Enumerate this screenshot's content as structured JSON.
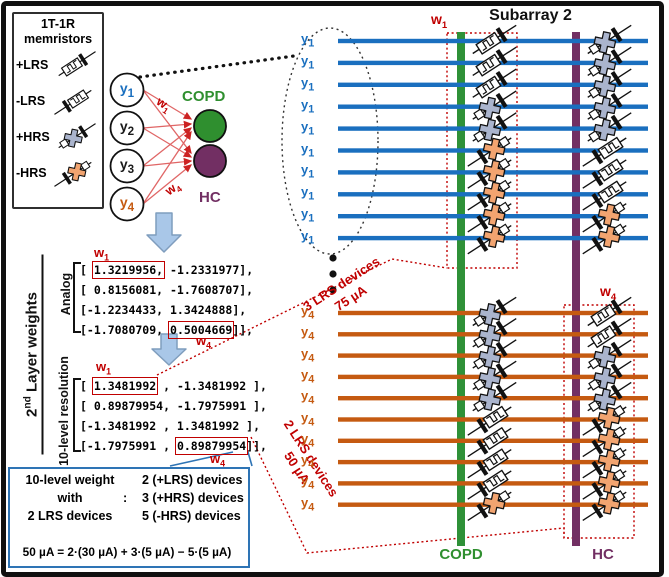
{
  "colors": {
    "blue": "#1a6fbf",
    "orange": "#c55a11",
    "green": "#2f8f2f",
    "green_bar": "#2f9138",
    "purple": "#722f63",
    "red": "#c00000",
    "edge_red": "#e06666",
    "arrow_head_red": "#cc2222",
    "gray_hrs": "#aab4cd",
    "orange_hrs": "#f2a470",
    "big_arrow_fill": "#a9c7e8",
    "big_arrow_stroke": "#7f9dbd",
    "box_blue": "#2e74b5"
  },
  "legend": {
    "title": [
      "1T-1R",
      "memristors"
    ],
    "items": [
      {
        "label": "+LRS",
        "device": "+LRS"
      },
      {
        "label": "-LRS",
        "device": "-LRS"
      },
      {
        "label": "+HRS",
        "device": "+HRS"
      },
      {
        "label": "-HRS",
        "device": "-HRS"
      }
    ]
  },
  "w_labels": {
    "w1": {
      "base": "w",
      "sub": "1"
    },
    "w4": {
      "base": "w",
      "sub": "4"
    }
  },
  "network": {
    "inputs": [
      {
        "base": "y",
        "sub": "1",
        "color": "#1a6fbf"
      },
      {
        "base": "y",
        "sub": "2",
        "color": "#1a1a1a"
      },
      {
        "base": "y",
        "sub": "3",
        "color": "#1a1a1a"
      },
      {
        "base": "y",
        "sub": "4",
        "color": "#c55a11"
      }
    ],
    "outputs": [
      {
        "label": "COPD",
        "color": "#2f8f2f"
      },
      {
        "label": "HC",
        "color": "#722f63"
      }
    ]
  },
  "side_labels": {
    "layer_prefix": "2",
    "layer_sup": "nd",
    "layer_rest": " Layer weights",
    "analog": "Analog",
    "ten_level": "10-level resolution"
  },
  "matrices": {
    "analog": {
      "rows": [
        [
          {
            "t": "[ "
          },
          {
            "t": "1.3219956,",
            "box": true
          },
          {
            "t": " -1.2331977],"
          }
        ],
        [
          {
            "t": "[ 0.8156081, -1.7608707],"
          }
        ],
        [
          {
            "t": "[-1.2234433,  1.3424888],"
          }
        ],
        [
          {
            "t": "[-1.7080709,  "
          },
          {
            "t": "0.5004669",
            "box": true
          },
          {
            "t": "]],"
          }
        ]
      ]
    },
    "ten_level": {
      "rows": [
        [
          {
            "t": "[ "
          },
          {
            "t": "1.3481992",
            "box": true
          },
          {
            "t": " , -1.3481992 ],"
          }
        ],
        [
          {
            "t": "[ 0.89879954, -1.7975991 ],"
          }
        ],
        [
          {
            "t": "[-1.3481992 ,  1.3481992 ],"
          }
        ],
        [
          {
            "t": "[-1.7975991 ,  "
          },
          {
            "t": "0.89879954",
            "box": true
          },
          {
            "t": "]],"
          }
        ]
      ]
    }
  },
  "annotations": {
    "three_lrs": [
      "3 LRS devices",
      "75 µA"
    ],
    "two_lrs": [
      "2 LRS devices",
      "50 µA"
    ]
  },
  "crossbar": {
    "title": "Subarray 2",
    "columns": [
      {
        "label": "COPD",
        "color": "#2f8f2f"
      },
      {
        "label": "HC",
        "color": "#722f63"
      }
    ],
    "sections": [
      {
        "base": "y",
        "sub": "1",
        "color": "#1a6fbf",
        "green_devices": [
          "+LRS",
          "+LRS",
          "+LRS",
          "+HRS",
          "+HRS",
          "-HRS",
          "-HRS",
          "-HRS",
          "-HRS",
          "-HRS"
        ],
        "purple_devices": [
          "+HRS",
          "+HRS",
          "+HRS",
          "+HRS",
          "+HRS",
          "-LRS",
          "-LRS",
          "-LRS",
          "-HRS",
          "-HRS"
        ]
      },
      {
        "base": "y",
        "sub": "4",
        "color": "#c55a11",
        "green_devices": [
          "+HRS",
          "+HRS",
          "+HRS",
          "+HRS",
          "+HRS",
          "-LRS",
          "-LRS",
          "-LRS",
          "-LRS",
          "-HRS"
        ],
        "purple_devices": [
          "+LRS",
          "+LRS",
          "+HRS",
          "+HRS",
          "+HRS",
          "-HRS",
          "-HRS",
          "-HRS",
          "-HRS",
          "-HRS"
        ]
      }
    ]
  },
  "weight_box": {
    "left_lines": [
      "10-level weight",
      "with",
      "2 LRS devices"
    ],
    "colon": ":",
    "right_lines": [
      "2 (+LRS) devices",
      "3 (+HRS) devices",
      "5 (-HRS) devices"
    ],
    "formula": "50 µA = 2·(30 µA) + 3·(5 µA) − 5·(5 µA)"
  }
}
